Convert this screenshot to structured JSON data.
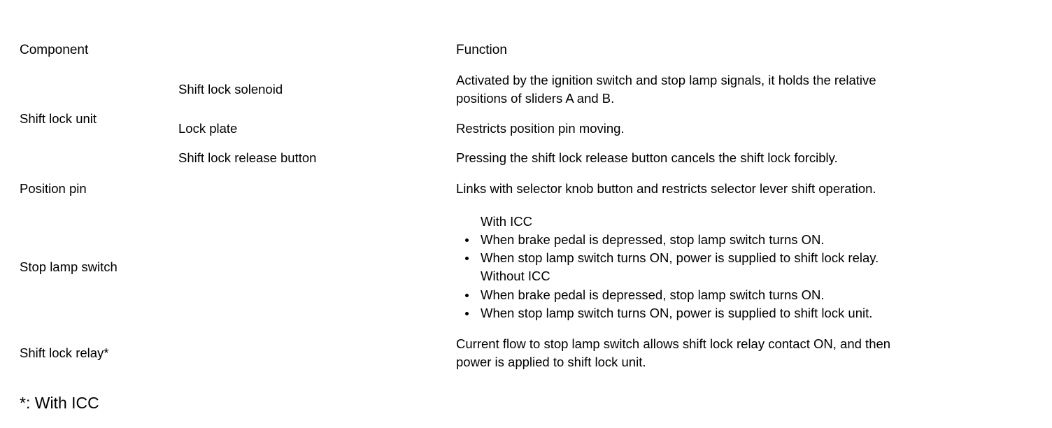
{
  "document": {
    "type": "service-manual-spec-table"
  },
  "table": {
    "headers": {
      "component": "Component",
      "function": "Function"
    },
    "rows": [
      {
        "group": "Shift lock unit",
        "group_rowspan": 3,
        "subcomponent": "Shift lock solenoid",
        "function_lines": [
          "Activated by the ignition switch and stop lamp signals, it holds the relative",
          "positions of sliders A and B."
        ]
      },
      {
        "subcomponent": "Lock plate",
        "function_lines": [
          "Restricts position pin moving."
        ]
      },
      {
        "subcomponent": "Shift lock release button",
        "function_lines": [
          "Pressing the shift lock release button cancels the shift lock forcibly."
        ]
      },
      {
        "group": "Position pin",
        "subcomponent": null,
        "function_lines": [
          "Links with selector knob button and restricts selector lever shift operation."
        ]
      },
      {
        "group": "Stop lamp switch",
        "subcomponent": null,
        "function_groups": [
          {
            "heading": "With ICC",
            "bullets": [
              "When brake pedal is depressed, stop lamp switch turns ON.",
              "When stop lamp switch turns ON, power is supplied to shift lock relay."
            ]
          },
          {
            "heading": "Without ICC",
            "bullets": [
              "When brake pedal is depressed, stop lamp switch turns ON.",
              "When stop lamp switch turns ON, power is supplied to shift lock unit."
            ]
          }
        ]
      },
      {
        "group": "Shift lock relay*",
        "subcomponent": null,
        "function_lines": [
          "Current flow to stop lamp switch allows shift lock relay contact ON, and then",
          "power is applied to shift lock unit."
        ]
      }
    ]
  },
  "footnote": "*: With ICC",
  "colors": {
    "text": "#000000",
    "rule": "#000000",
    "background": "#ffffff"
  }
}
